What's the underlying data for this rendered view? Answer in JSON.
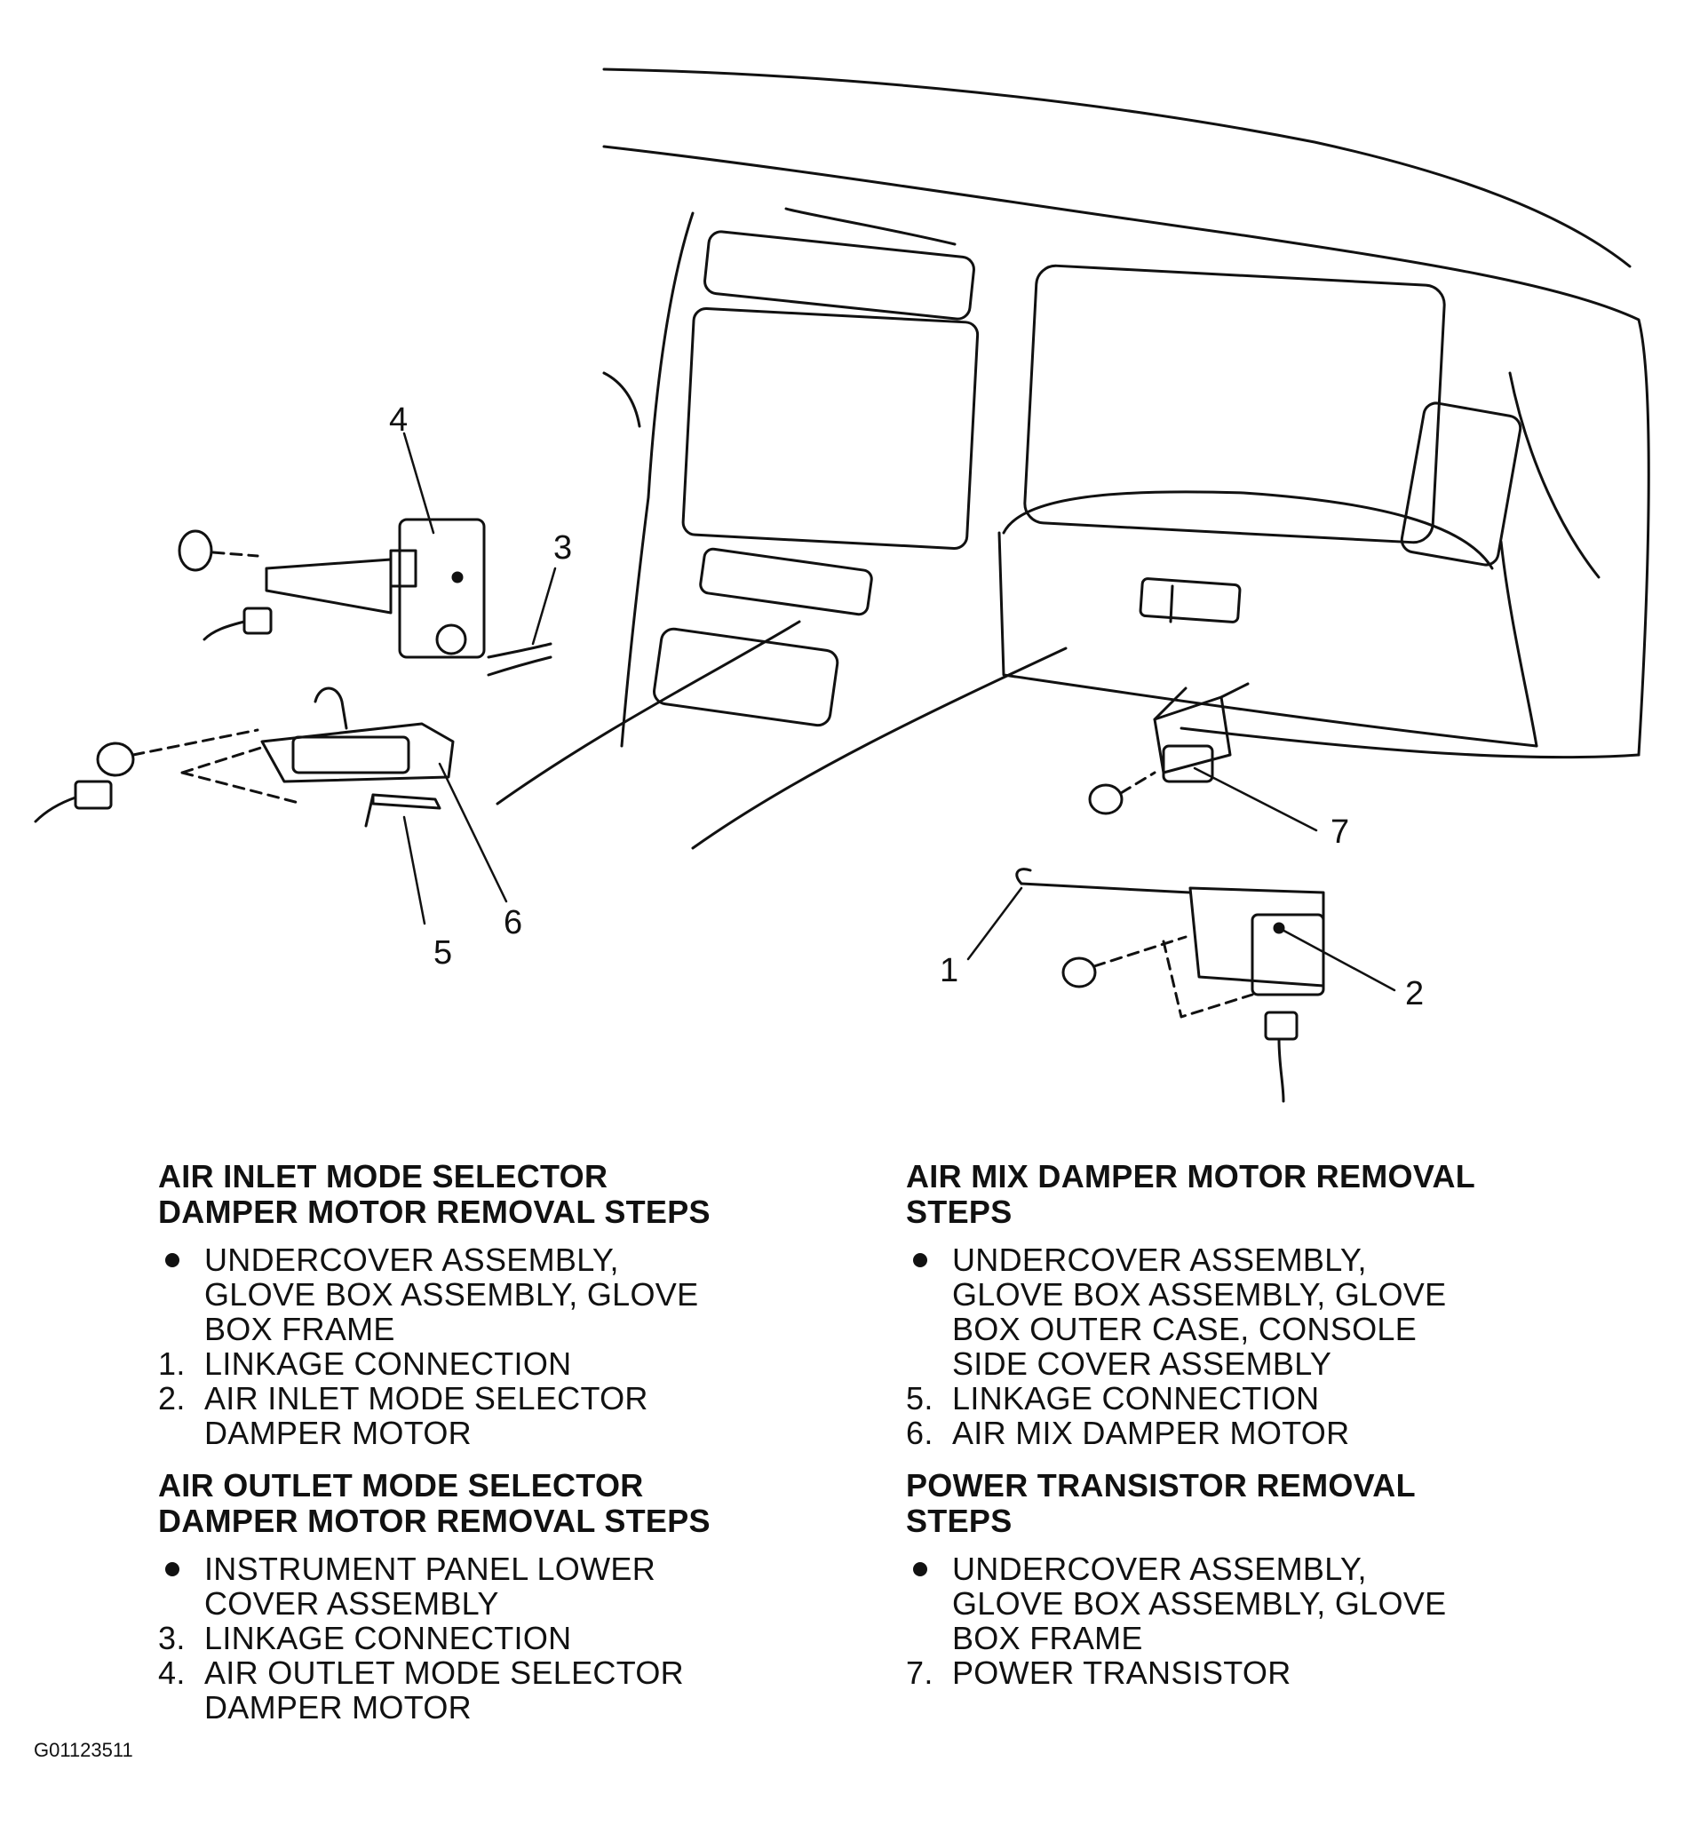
{
  "callouts": {
    "c1": "1",
    "c2": "2",
    "c3": "3",
    "c4": "4",
    "c5": "5",
    "c6": "6",
    "c7": "7"
  },
  "left_column": {
    "sections": [
      {
        "heading_line1": "AIR INLET MODE SELECTOR",
        "heading_line2": "DAMPER MOTOR REMOVAL STEPS",
        "steps": [
          {
            "marker": "bullet",
            "lines": [
              "UNDERCOVER ASSEMBLY,",
              "GLOVE BOX ASSEMBLY, GLOVE",
              "BOX FRAME"
            ]
          },
          {
            "marker": "1.",
            "lines": [
              "LINKAGE CONNECTION"
            ]
          },
          {
            "marker": "2.",
            "lines": [
              "AIR INLET MODE SELECTOR",
              "DAMPER MOTOR"
            ]
          }
        ]
      },
      {
        "heading_line1": "AIR OUTLET MODE SELECTOR",
        "heading_line2": "DAMPER MOTOR REMOVAL STEPS",
        "steps": [
          {
            "marker": "bullet",
            "lines": [
              "INSTRUMENT PANEL LOWER",
              "COVER ASSEMBLY"
            ]
          },
          {
            "marker": "3.",
            "lines": [
              "LINKAGE CONNECTION"
            ]
          },
          {
            "marker": "4.",
            "lines": [
              "AIR OUTLET MODE SELECTOR",
              "DAMPER MOTOR"
            ]
          }
        ]
      }
    ]
  },
  "right_column": {
    "sections": [
      {
        "heading_line1": "AIR MIX DAMPER MOTOR REMOVAL",
        "heading_line2": "STEPS",
        "steps": [
          {
            "marker": "bullet",
            "lines": [
              "UNDERCOVER ASSEMBLY,",
              "GLOVE BOX ASSEMBLY, GLOVE",
              "BOX OUTER CASE, CONSOLE",
              "SIDE COVER ASSEMBLY"
            ]
          },
          {
            "marker": "5.",
            "lines": [
              "LINKAGE CONNECTION"
            ]
          },
          {
            "marker": "6.",
            "lines": [
              "AIR MIX DAMPER MOTOR"
            ]
          }
        ]
      },
      {
        "heading_line1": "POWER TRANSISTOR REMOVAL",
        "heading_line2": "STEPS",
        "steps": [
          {
            "marker": "bullet",
            "lines": [
              "UNDERCOVER ASSEMBLY,",
              "GLOVE BOX ASSEMBLY, GLOVE",
              "BOX FRAME"
            ]
          },
          {
            "marker": "7.",
            "lines": [
              "POWER TRANSISTOR"
            ]
          }
        ]
      }
    ]
  },
  "figure_code": "G01123511"
}
